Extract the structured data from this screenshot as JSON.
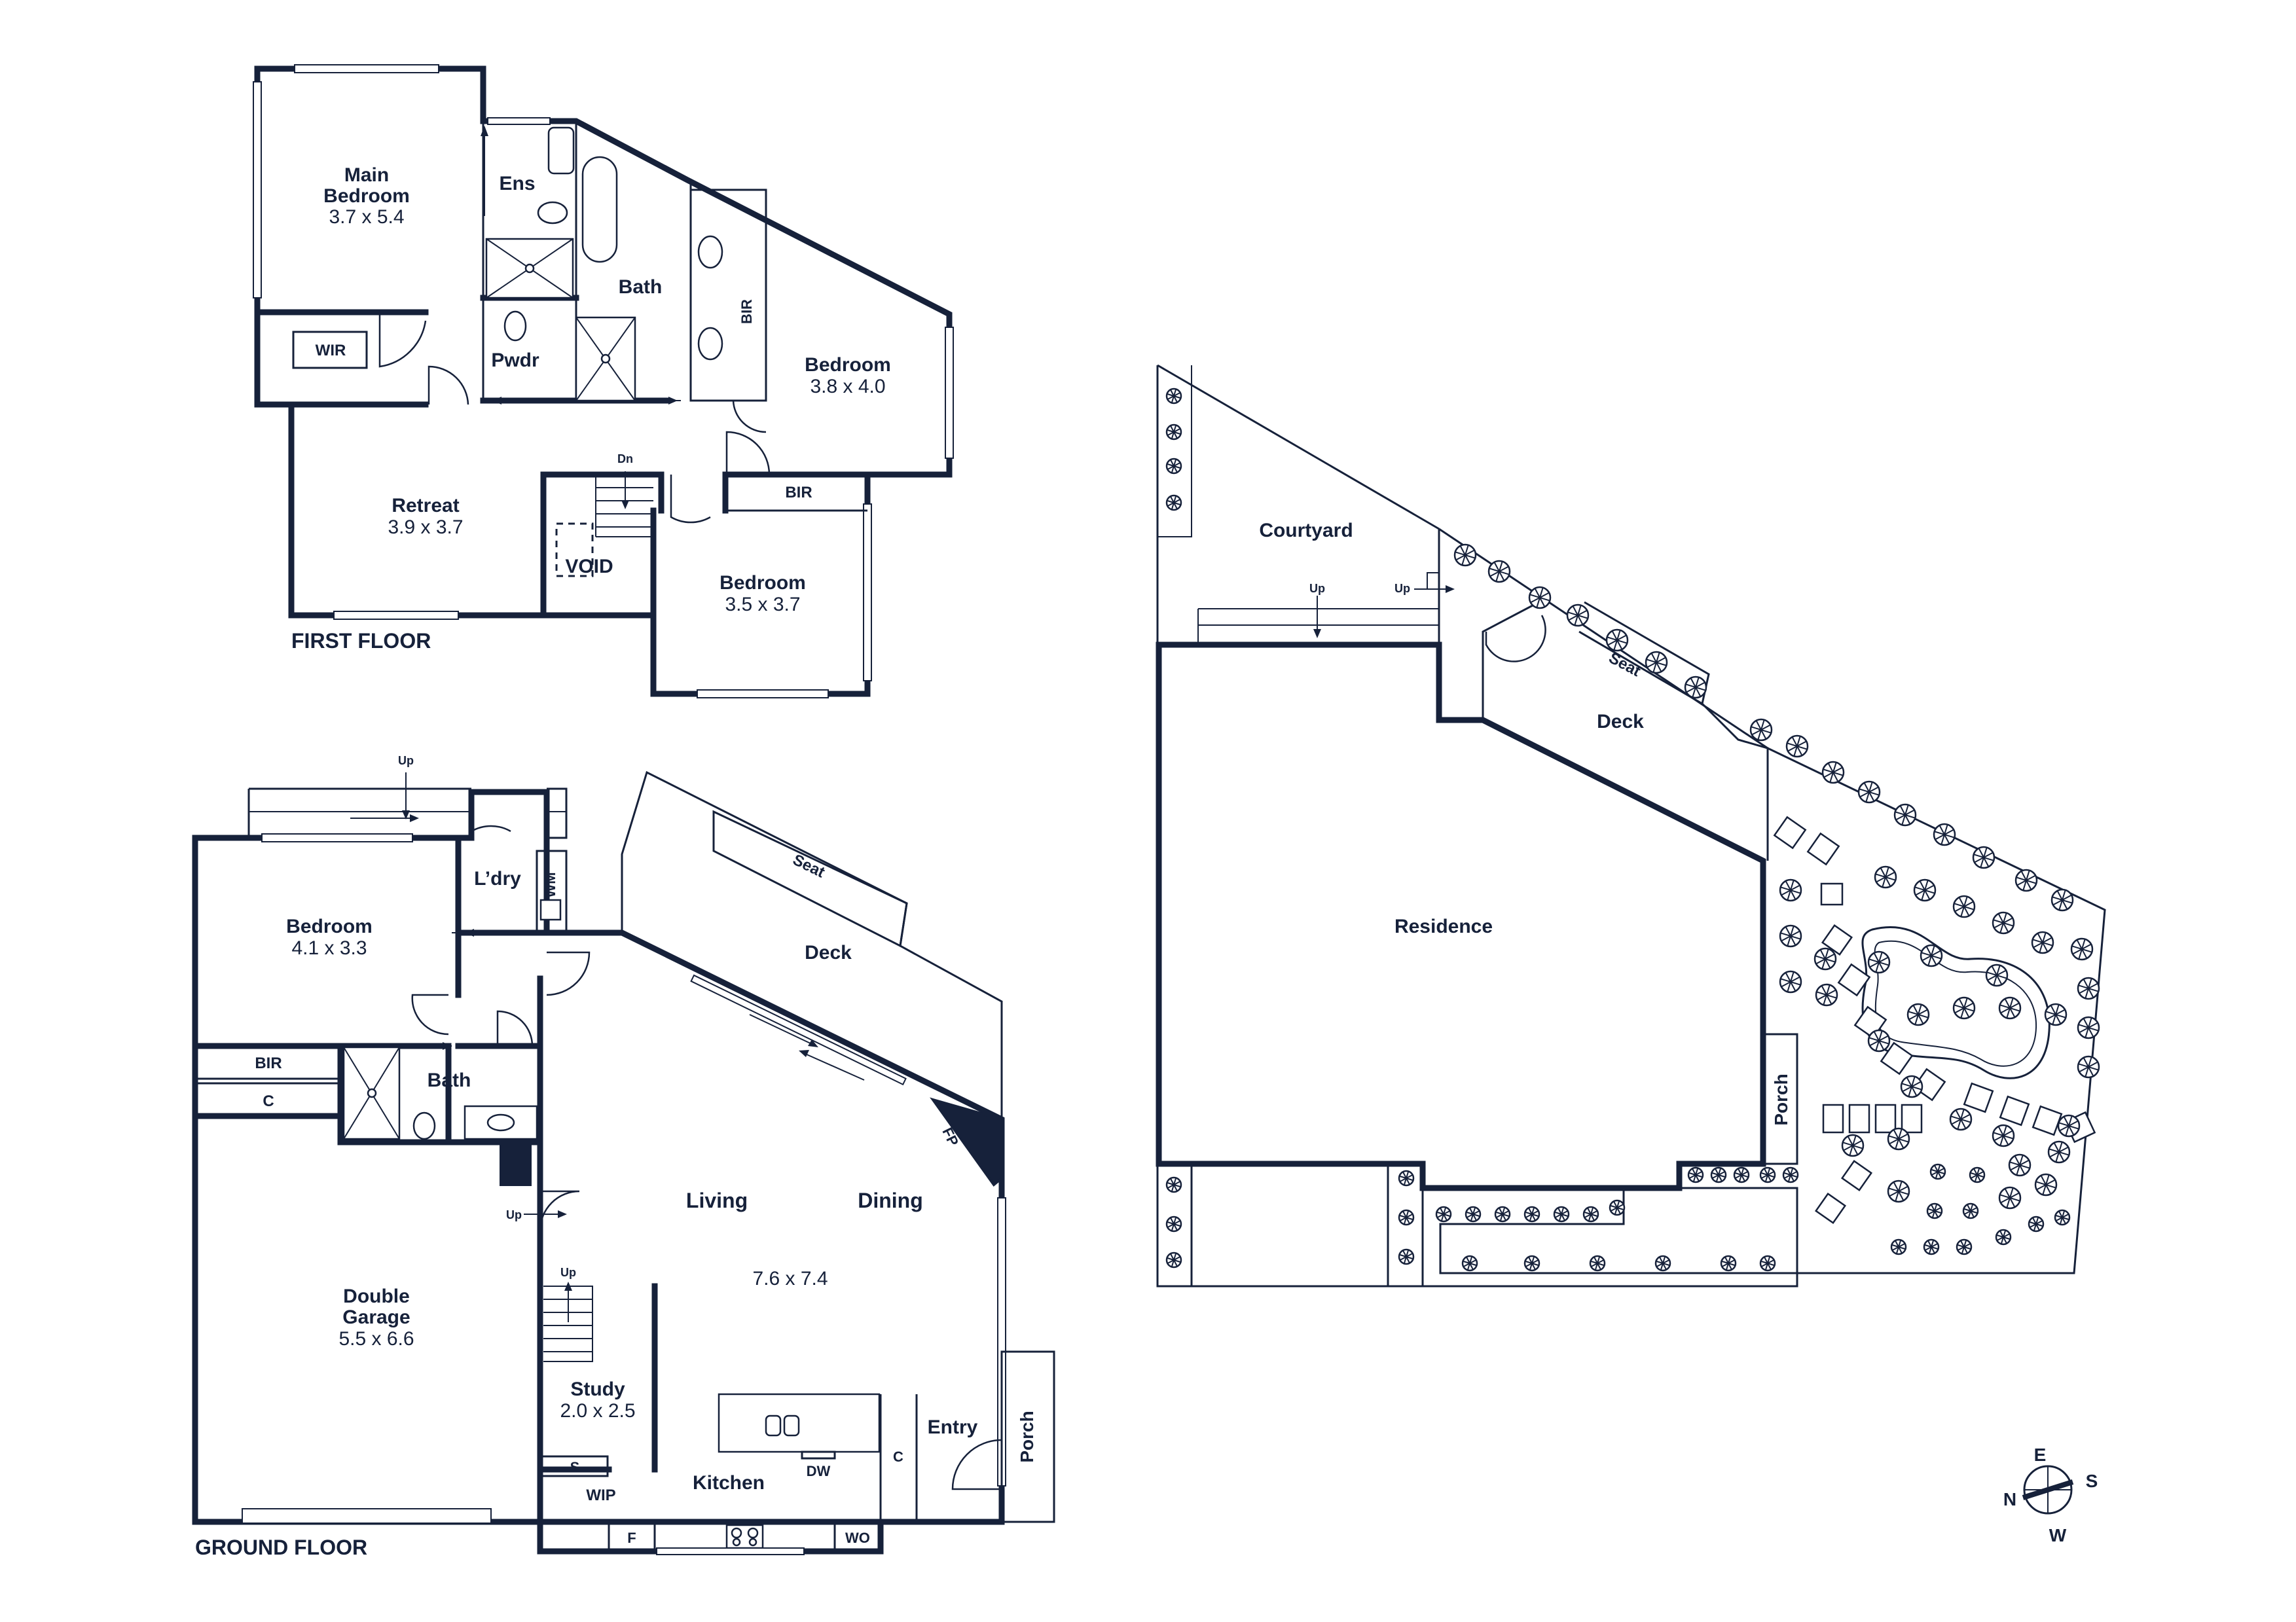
{
  "first_floor": {
    "title": "FIRST FLOOR",
    "rooms": {
      "main_bedroom_line1": "Main",
      "main_bedroom_line2": "Bedroom",
      "main_bedroom_dim": "3.7 x 5.4",
      "ens": "Ens",
      "bath": "Bath",
      "wir": "WIR",
      "pwdr": "Pwdr",
      "bir_vertical": "BIR",
      "bedroom_east": "Bedroom",
      "bedroom_east_dim": "3.8 x 4.0",
      "retreat": "Retreat",
      "retreat_dim": "3.9 x 3.7",
      "dn": "Dn",
      "void": "VOID",
      "bir_south": "BIR",
      "bedroom_south": "Bedroom",
      "bedroom_south_dim": "3.5 x 3.7"
    }
  },
  "ground_floor": {
    "title": "GROUND FLOOR",
    "rooms": {
      "up_top": "Up",
      "ldry": "L’dry",
      "wm": "WM",
      "seat": "Seat",
      "deck": "Deck",
      "bedroom": "Bedroom",
      "bedroom_dim": "4.1 x 3.3",
      "bir": "BIR",
      "c_west": "C",
      "bath": "Bath",
      "fp": "FP",
      "up_garage": "Up",
      "living": "Living",
      "dining": "Dining",
      "living_dim": "7.6 x 7.4",
      "up_stair": "Up",
      "garage_line1": "Double",
      "garage_line2": "Garage",
      "garage_dim": "5.5 x 6.6",
      "study": "Study",
      "study_dim": "2.0 x 2.5",
      "s": "S",
      "wip": "WIP",
      "f": "F",
      "kitchen": "Kitchen",
      "dw": "DW",
      "wo": "WO",
      "c_entry": "C",
      "entry": "Entry",
      "porch": "Porch"
    }
  },
  "site_plan": {
    "courtyard": "Courtyard",
    "up_left": "Up",
    "up_right": "Up",
    "seat": "Seat",
    "deck": "Deck",
    "residence": "Residence",
    "porch": "Porch"
  },
  "compass": {
    "n": "N",
    "e": "E",
    "s": "S",
    "w": "W"
  },
  "colors": {
    "ink": "#16213a",
    "background": "#ffffff"
  }
}
